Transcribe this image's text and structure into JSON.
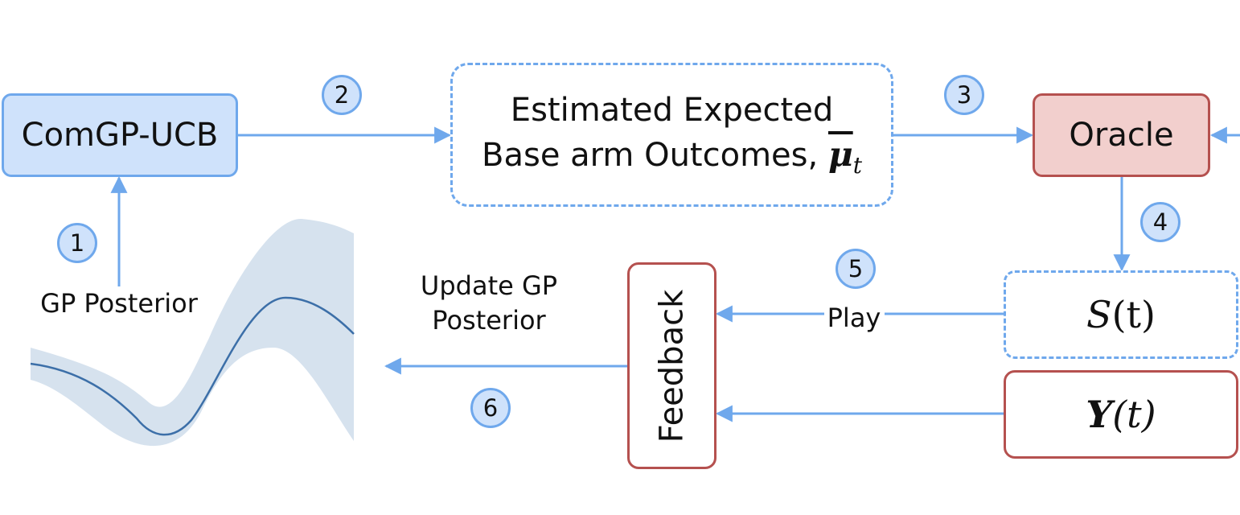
{
  "nodes": {
    "comgp": "ComGP-UCB",
    "estimated_line1": "Estimated Expected",
    "estimated_line2": "Base arm Outcomes,",
    "estimated_symbol": "μ",
    "estimated_subscript": "t",
    "oracle": "Oracle",
    "feedback": "Feedback",
    "s_symbol": "S",
    "s_arg": "(t)",
    "y_symbol": "Y",
    "y_arg": "(t)"
  },
  "labels": {
    "gp_posterior": "GP Posterior",
    "update_line1": "Update GP",
    "update_line2": "Posterior",
    "play": "Play"
  },
  "steps": [
    "1",
    "2",
    "3",
    "4",
    "5",
    "6"
  ],
  "colors": {
    "arrow": "#6fa8ec",
    "blue_fill": "#cfe2fb",
    "red_fill": "#f2cfcd",
    "red_border": "#b5514f",
    "band": "#d6e2ee",
    "mean_line": "#3c6fa8"
  }
}
